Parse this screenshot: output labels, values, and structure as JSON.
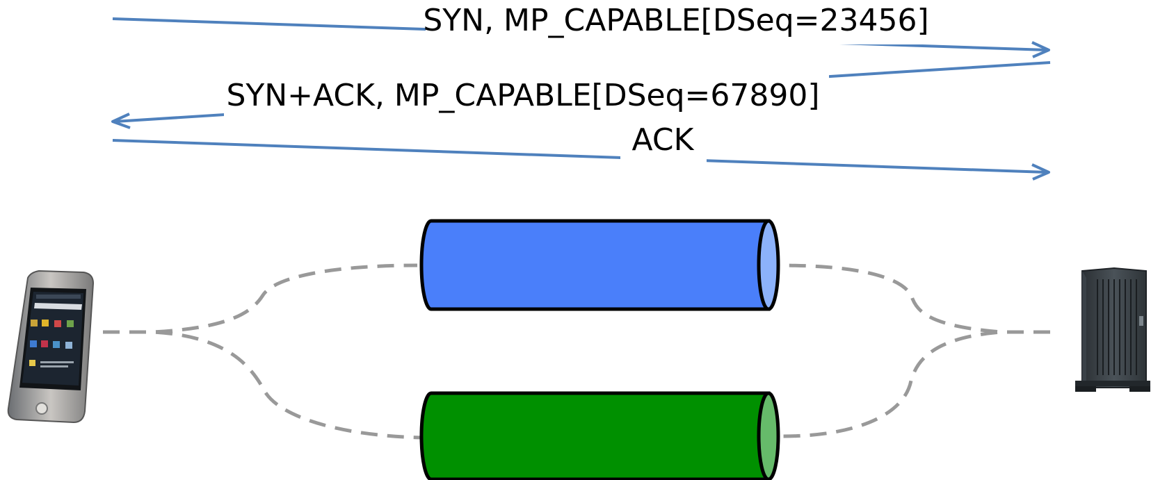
{
  "messages": [
    {
      "text": "SYN, MP_CAPABLE[DSeq=23456]",
      "direction": "client-to-server"
    },
    {
      "text": "SYN+ACK, MP_CAPABLE[DSeq=67890]",
      "direction": "server-to-client"
    },
    {
      "text": "ACK",
      "direction": "client-to-server"
    }
  ],
  "colors": {
    "arrow": "#4f81bd",
    "subflow_1": "#4a7ffa",
    "subflow_1_cap": "#8cb2fb",
    "subflow_2": "#009000",
    "subflow_2_cap": "#66bb6a",
    "dashed_path": "#999999"
  },
  "icons": {
    "client": "smartphone-icon",
    "server": "tower-server-icon"
  }
}
